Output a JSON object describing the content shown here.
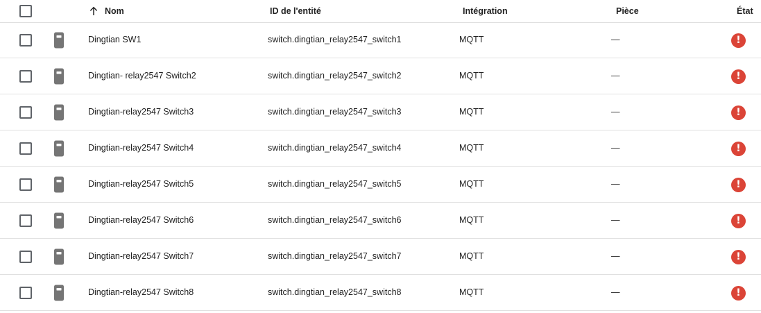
{
  "header": {
    "name_label": "Nom",
    "entity_id_label": "ID de l'entité",
    "integration_label": "Intégration",
    "area_label": "Pièce",
    "status_label": "État"
  },
  "rows": [
    {
      "name": "Dingtian SW1",
      "entity_id": "switch.dingtian_relay2547_switch1",
      "integration": "MQTT",
      "area": "—"
    },
    {
      "name": "Dingtian- relay2547 Switch2",
      "entity_id": "switch.dingtian_relay2547_switch2",
      "integration": "MQTT",
      "area": "—"
    },
    {
      "name": "Dingtian-relay2547 Switch3",
      "entity_id": "switch.dingtian_relay2547_switch3",
      "integration": "MQTT",
      "area": "—"
    },
    {
      "name": "Dingtian-relay2547 Switch4",
      "entity_id": "switch.dingtian_relay2547_switch4",
      "integration": "MQTT",
      "area": "—"
    },
    {
      "name": "Dingtian-relay2547 Switch5",
      "entity_id": "switch.dingtian_relay2547_switch5",
      "integration": "MQTT",
      "area": "—"
    },
    {
      "name": "Dingtian-relay2547 Switch6",
      "entity_id": "switch.dingtian_relay2547_switch6",
      "integration": "MQTT",
      "area": "—"
    },
    {
      "name": "Dingtian-relay2547 Switch7",
      "entity_id": "switch.dingtian_relay2547_switch7",
      "integration": "MQTT",
      "area": "—"
    },
    {
      "name": "Dingtian-relay2547 Switch8",
      "entity_id": "switch.dingtian_relay2547_switch8",
      "integration": "MQTT",
      "area": "—"
    }
  ],
  "icons": {
    "device": "light-switch-icon",
    "status": "alert-circle-icon",
    "sort": "arrow-up-icon"
  },
  "colors": {
    "status_error": "#db4437",
    "device_icon": "#757575",
    "divider": "#e0e0e0"
  }
}
